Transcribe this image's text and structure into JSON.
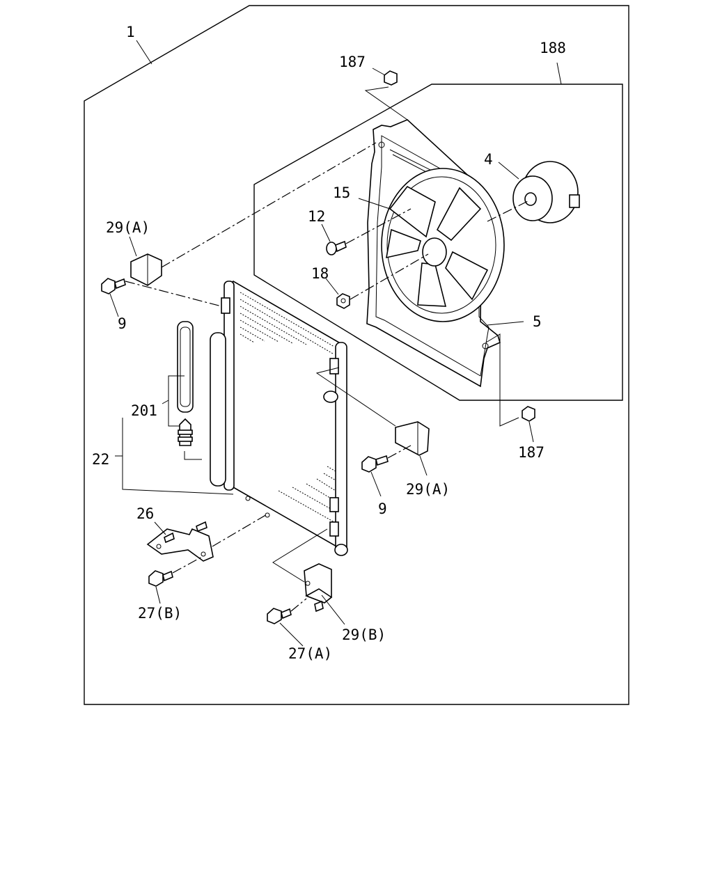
{
  "labels": {
    "assembly": "1",
    "nut_top": "187",
    "fan_kit": "188",
    "motor": "4",
    "fan": "15",
    "screw_fan": "12",
    "nut_fan": "18",
    "shroud": "5",
    "nut_bottom": "187",
    "bracket_upper_left": "29(A)",
    "bolt_upper_left": "9",
    "receiver_kit": "201",
    "condenser": "22",
    "bracket_right": "29(A)",
    "bolt_right": "9",
    "bracket_lower": "26",
    "bolt_lower_left": "27(B)",
    "bracket_bottom": "29(B)",
    "bolt_bottom": "27(A)"
  }
}
